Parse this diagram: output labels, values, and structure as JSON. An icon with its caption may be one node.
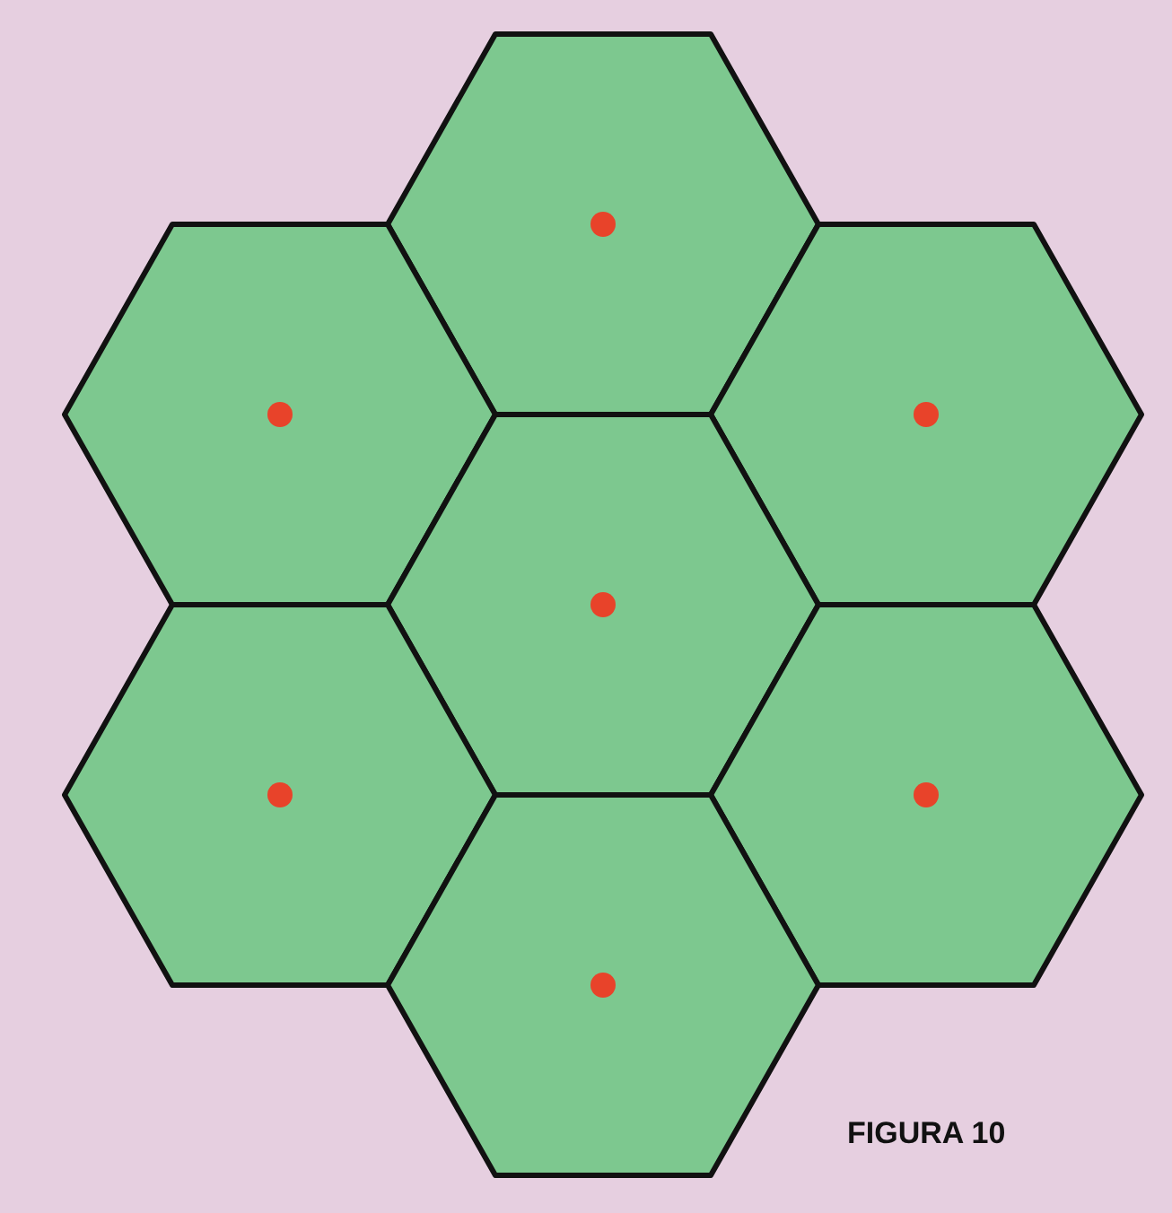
{
  "diagram": {
    "nodes": [
      {
        "text": [],
        "shape": "hexagon"
      },
      {
        "text": [],
        "shape": "hexagon"
      },
      {
        "text": [],
        "shape": "hexagon"
      },
      {
        "text": [],
        "shape": "hexagon"
      },
      {
        "text": [],
        "shape": "hexagon"
      },
      {
        "text": [],
        "shape": "hexagon"
      },
      {
        "text": [],
        "shape": "hexagon"
      }
    ],
    "labels": [
      "FIGURA 10"
    ]
  }
}
